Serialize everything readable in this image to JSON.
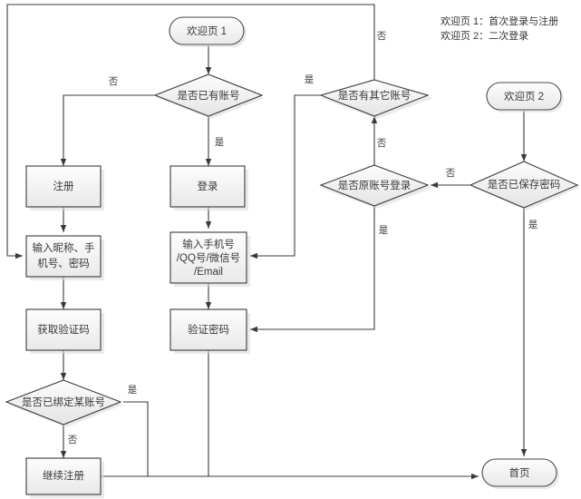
{
  "diagram": {
    "title_legend": [
      "欢迎页 1：首次登录与注册",
      "欢迎页 2：二次登录"
    ],
    "nodes": {
      "welcome1": "欢迎页 1",
      "welcome2": "欢迎页 2",
      "has_account": "是否已有账号",
      "has_other_account": "是否有其它账号",
      "saved_password": "是否已保存密码",
      "original_account_login": "是否原账号登录",
      "register": "注册",
      "login": "登录",
      "input_nickname": "输入昵称、手\n机号、密码",
      "input_nickname_l1": "输入昵称、手",
      "input_nickname_l2": "机号、密码",
      "input_phone_l1": "输入手机号",
      "input_phone_l2": "/QQ号/微信号",
      "input_phone_l3": "/Email",
      "get_code": "获取验证码",
      "verify_password": "验证密码",
      "bound_account": "是否已绑定某账号",
      "continue_register": "继续注册",
      "home": "首页"
    },
    "edge_labels": {
      "has_account_no": "否",
      "has_account_yes": "是",
      "has_other_no": "否",
      "has_other_yes": "是",
      "saved_password_no": "否",
      "saved_password_yes": "是",
      "original_login_no": "否",
      "original_login_yes": "是",
      "bound_yes": "是",
      "bound_no": "否"
    },
    "colors": {
      "shape_fill_top": "#fcfcfc",
      "shape_fill_bottom": "#ebebeb",
      "stroke": "#3b3b3b",
      "text": "#3a3a3a",
      "background": "#ffffff"
    }
  }
}
